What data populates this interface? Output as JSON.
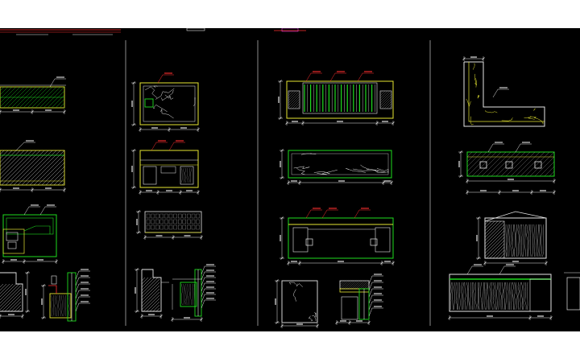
{
  "canvas": {
    "background": "#000000",
    "margin_color": "#ffffff"
  },
  "palette": {
    "green": "#1edc1e",
    "white": "#e6e6e6",
    "yellow": "#e6e632",
    "red": "#ff3030",
    "magenta": "#ff40ff",
    "grey": "#8a8a8a",
    "divider": "#9a9a9a"
  },
  "sheet": {
    "columns": 4,
    "drawings": [
      {
        "id": "col1-elevation-1"
      },
      {
        "id": "col1-elevation-2"
      },
      {
        "id": "col1-plan"
      },
      {
        "id": "col1-section-a"
      },
      {
        "id": "col1-detail-a"
      },
      {
        "id": "col2-elevation-1"
      },
      {
        "id": "col2-elevation-2"
      },
      {
        "id": "col2-elevation-3"
      },
      {
        "id": "col2-section-a"
      },
      {
        "id": "col2-detail-a"
      },
      {
        "id": "col3-elevation-1"
      },
      {
        "id": "col3-elevation-2"
      },
      {
        "id": "col3-elevation-3"
      },
      {
        "id": "col3-section-a"
      },
      {
        "id": "col3-detail-a"
      },
      {
        "id": "col4-plan"
      },
      {
        "id": "col4-elevation-1"
      },
      {
        "id": "col4-elevation-2"
      },
      {
        "id": "col4-elevation-3"
      }
    ]
  }
}
